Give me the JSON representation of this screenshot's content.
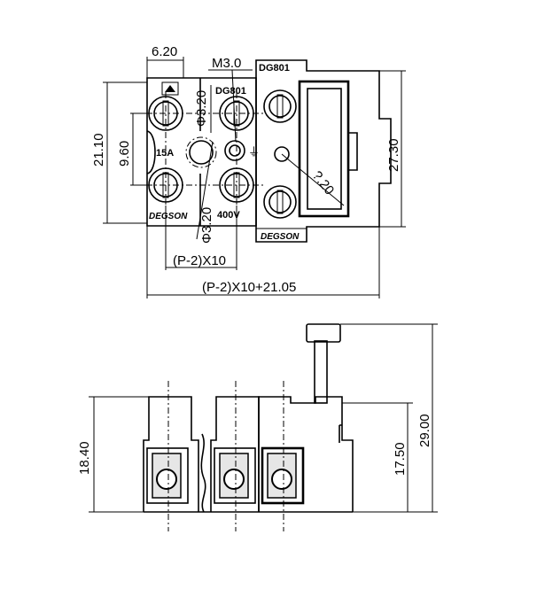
{
  "top_view": {
    "dim_width_single": "6.20",
    "dim_screw": "M3.0",
    "dim_hole_top": "Φ3.20",
    "dim_hole_bottom": "Φ3.20",
    "dim_height_total": "21.10",
    "dim_pitch_vertical": "9.60",
    "dim_end_height": "27.30",
    "dim_radius": "?.20",
    "dim_pitch_formula": "(P-2)X10",
    "dim_total_formula": "(P-2)X10+21.05",
    "model_left": "DG801",
    "model_right": "DG801",
    "current_rating": "15A",
    "voltage_rating": "400V",
    "brand_left": "DEGSON",
    "brand_right": "DEGSON",
    "ground_symbol": "⏚"
  },
  "side_view": {
    "dim_left_height": "18.40",
    "dim_inner_height": "17.50",
    "dim_total_height": "29.00"
  }
}
